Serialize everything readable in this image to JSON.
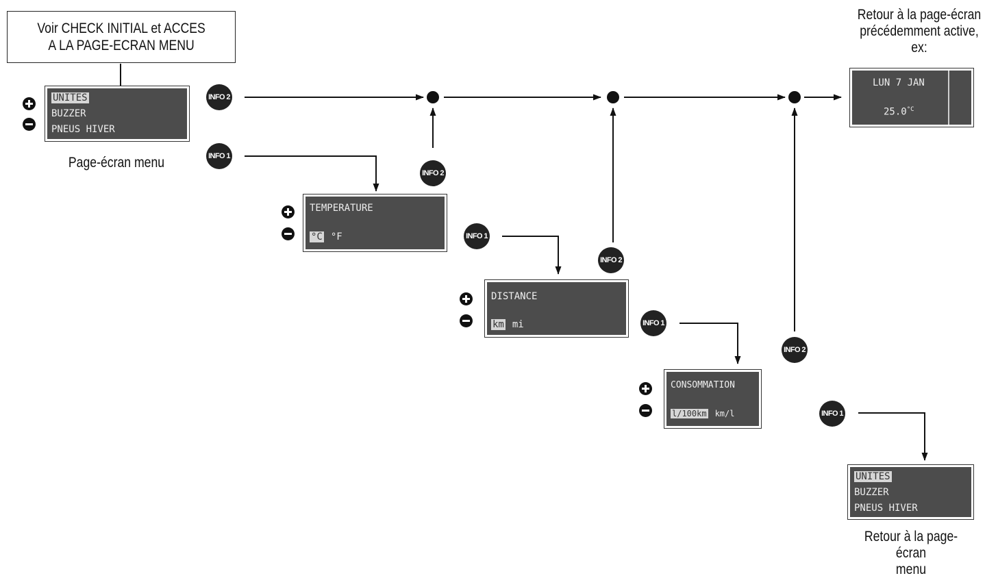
{
  "start_box": [
    "Voir CHECK INITIAL et ACCES",
    "A LA PAGE-ECRAN MENU"
  ],
  "labels": {
    "menu_screen": "Page-écran menu",
    "return_active": [
      "Retour à la page-écran",
      "précédemment active,",
      "ex:"
    ],
    "return_menu": [
      "Retour à la page-écran",
      "menu"
    ]
  },
  "buttons": {
    "info1": "INFO 1",
    "info2": "INFO 2"
  },
  "menu": {
    "items": [
      "UNITES",
      "BUZZER",
      "PNEUS HIVER"
    ],
    "selected": "UNITES"
  },
  "temperature": {
    "title": "TEMPERATURE",
    "options": [
      "°C",
      "°F"
    ]
  },
  "distance": {
    "title": "DISTANCE",
    "options": [
      "km",
      "mi"
    ]
  },
  "consumption": {
    "title": "CONSOMMATION",
    "options": [
      "l/100km",
      "km/l"
    ]
  },
  "example_screen": {
    "date": "LUN 7 JAN",
    "temp_value": "25.0",
    "temp_unit": "°C"
  },
  "colors": {
    "lcd": "#4c4c4c",
    "ink": "#111111",
    "highlight": "#d6d6d6"
  }
}
